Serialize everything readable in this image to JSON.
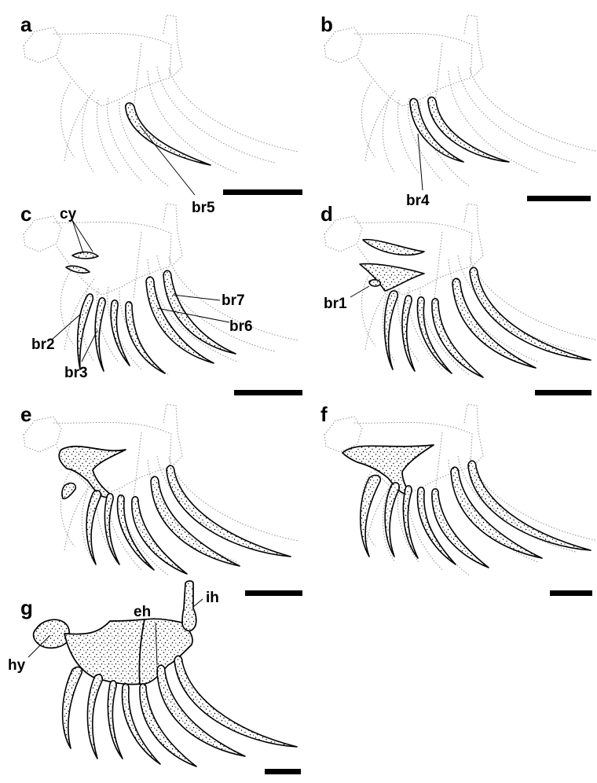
{
  "figure": {
    "panels": [
      {
        "letter": "a",
        "labels": [
          "br5"
        ]
      },
      {
        "letter": "b",
        "labels": [
          "br4"
        ]
      },
      {
        "letter": "c",
        "labels": [
          "cy",
          "br7",
          "br6",
          "br2",
          "br3"
        ]
      },
      {
        "letter": "d",
        "labels": [
          "br1"
        ]
      },
      {
        "letter": "e",
        "labels": []
      },
      {
        "letter": "f",
        "labels": []
      },
      {
        "letter": "g",
        "labels": [
          "eh",
          "ih",
          "hy"
        ]
      }
    ],
    "structures": {
      "br1": "br1",
      "br2": "br2",
      "br3": "br3",
      "br4": "br4",
      "br5": "br5",
      "br6": "br6",
      "br7": "br7",
      "cy": "cy",
      "eh": "eh",
      "ih": "ih",
      "hy": "hy"
    }
  }
}
